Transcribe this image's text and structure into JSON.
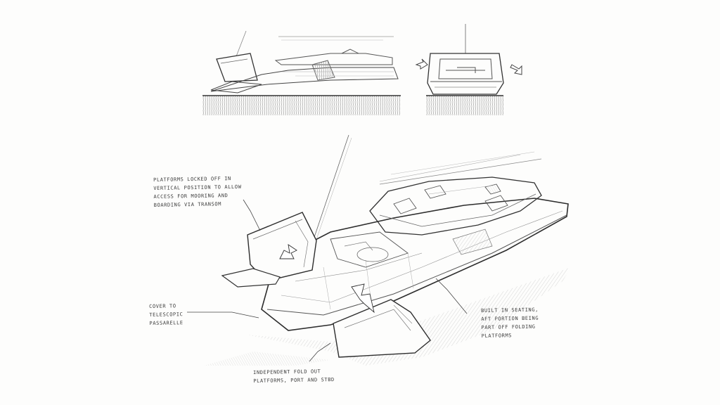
{
  "annotations": {
    "platforms_locked": {
      "lines": [
        "PLATFORMS LOCKED OFF IN",
        "VERTICAL POSITION TO ALLOW",
        "ACCESS FOR MOORING AND",
        "BOARDING VIA TRANSOM"
      ]
    },
    "cover_passerelle": {
      "lines": [
        "COVER TO",
        "TELESCOPIC",
        "PASSARELLE"
      ]
    },
    "built_in_seating": {
      "lines": [
        "BUILT IN SEATING,",
        "AFT PORTION BEING",
        "PART OFF FOLDING",
        "PLATFORMS"
      ]
    },
    "independent_fold": {
      "lines": [
        "INDEPENDENT FOLD OUT",
        "PLATFORMS, PORT AND STBD"
      ]
    }
  },
  "colors": {
    "paper": "#fdfdfc",
    "pencil": "#444444",
    "pencil_light": "#9a9a9a",
    "hatch": "#b8b8b8"
  }
}
